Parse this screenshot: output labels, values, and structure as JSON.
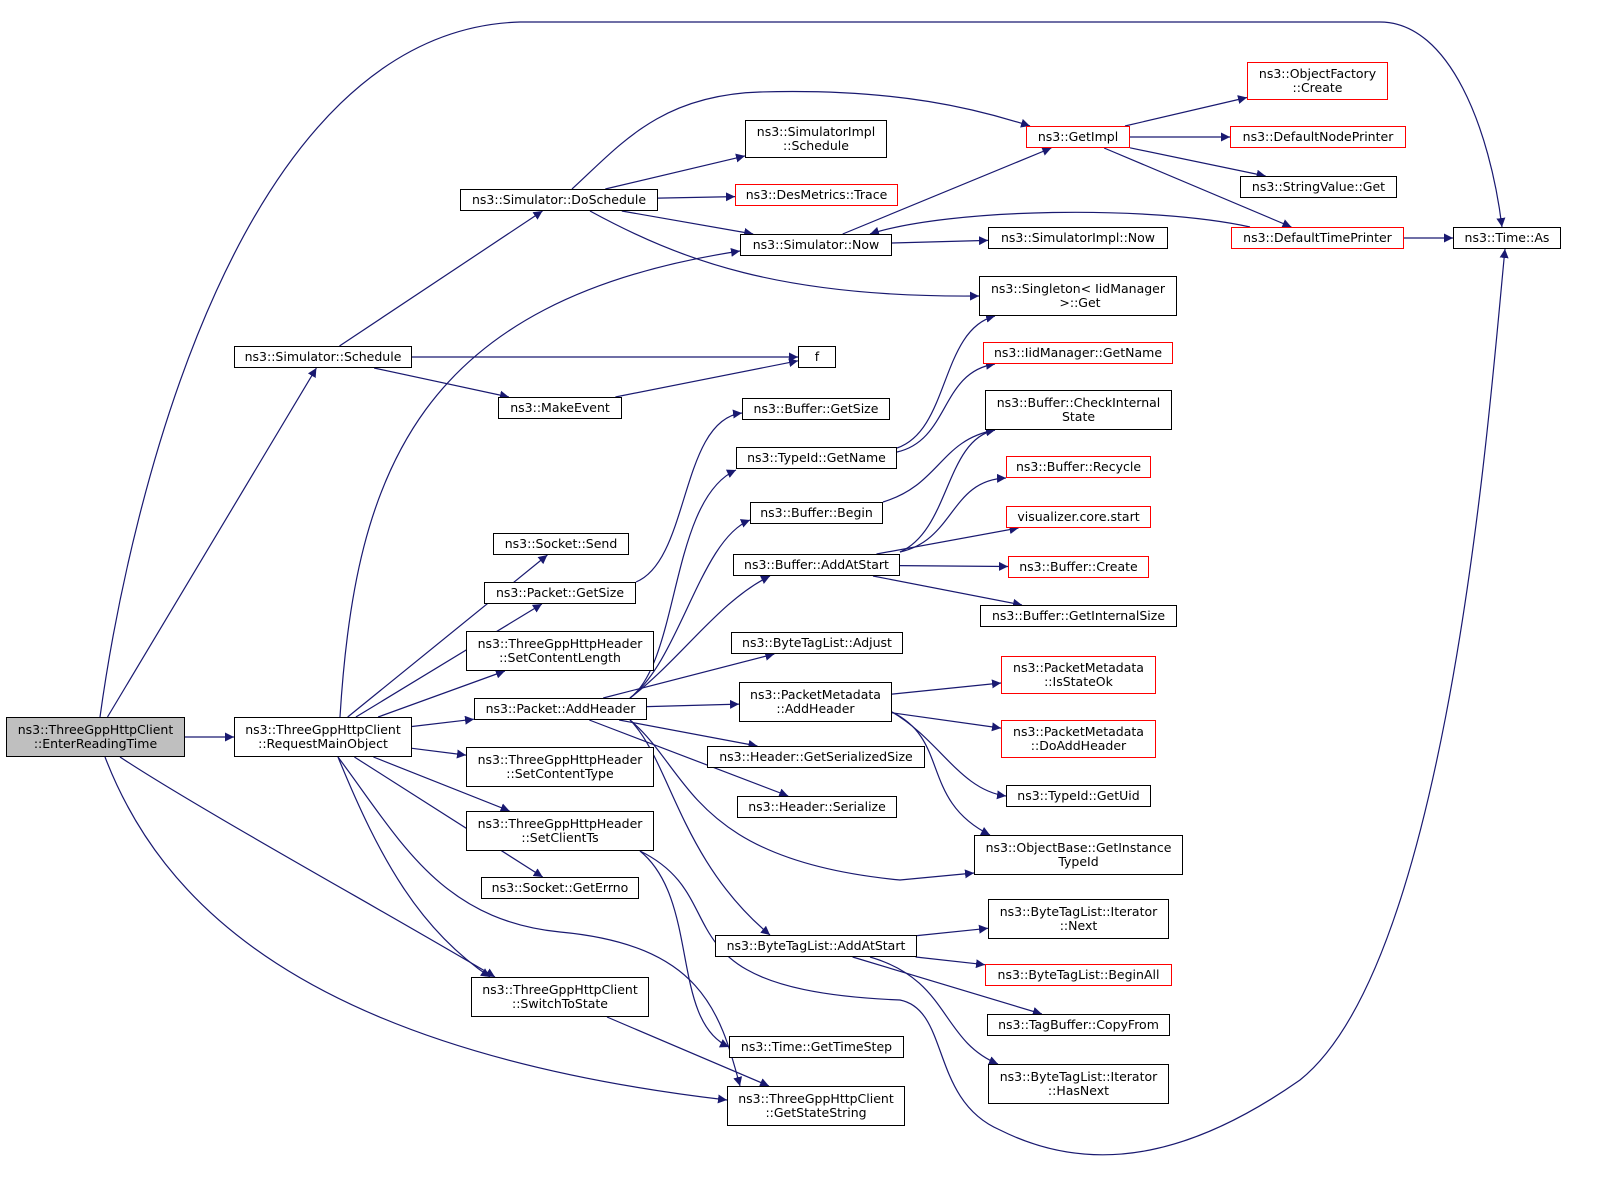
{
  "graph": {
    "colors": {
      "edge": "#191970",
      "root_fill": "#bfbfbf",
      "normal_border": "#000000",
      "truncated_border": "#ff0000"
    },
    "nodes": [
      {
        "id": "root",
        "label": "ns3::ThreeGppHttpClient\n::EnterReadingTime",
        "style": "root"
      },
      {
        "id": "requestMain",
        "label": "ns3::ThreeGppHttpClient\n::RequestMainObject",
        "style": "normal"
      },
      {
        "id": "simSchedule",
        "label": "ns3::Simulator::Schedule",
        "style": "normal"
      },
      {
        "id": "switchToState",
        "label": "ns3::ThreeGppHttpClient\n::SwitchToState",
        "style": "normal"
      },
      {
        "id": "getStateString",
        "label": "ns3::ThreeGppHttpClient\n::GetStateString",
        "style": "normal"
      },
      {
        "id": "timeAs",
        "label": "ns3::Time::As",
        "style": "normal"
      },
      {
        "id": "doSchedule",
        "label": "ns3::Simulator::DoSchedule",
        "style": "normal"
      },
      {
        "id": "makeEvent",
        "label": "ns3::MakeEvent",
        "style": "normal"
      },
      {
        "id": "f",
        "label": "f",
        "style": "normal"
      },
      {
        "id": "simNow",
        "label": "ns3::Simulator::Now",
        "style": "normal"
      },
      {
        "id": "simImplSchedule",
        "label": "ns3::SimulatorImpl\n::Schedule",
        "style": "normal"
      },
      {
        "id": "desTrace",
        "label": "ns3::DesMetrics::Trace",
        "style": "red"
      },
      {
        "id": "getImpl",
        "label": "ns3::GetImpl",
        "style": "red"
      },
      {
        "id": "simImplNow",
        "label": "ns3::SimulatorImpl::Now",
        "style": "normal"
      },
      {
        "id": "singletonGet",
        "label": "ns3::Singleton< IidManager\n >::Get",
        "style": "normal"
      },
      {
        "id": "objFactoryCreate",
        "label": "ns3::ObjectFactory\n::Create",
        "style": "red"
      },
      {
        "id": "defNodePrinter",
        "label": "ns3::DefaultNodePrinter",
        "style": "red"
      },
      {
        "id": "stringValueGet",
        "label": "ns3::StringValue::Get",
        "style": "normal"
      },
      {
        "id": "defTimePrinter",
        "label": "ns3::DefaultTimePrinter",
        "style": "red"
      },
      {
        "id": "iidGetName",
        "label": "ns3::IidManager::GetName",
        "style": "red"
      },
      {
        "id": "socketSend",
        "label": "ns3::Socket::Send",
        "style": "normal"
      },
      {
        "id": "packetGetSize",
        "label": "ns3::Packet::GetSize",
        "style": "normal"
      },
      {
        "id": "setContentLength",
        "label": "ns3::ThreeGppHttpHeader\n::SetContentLength",
        "style": "normal"
      },
      {
        "id": "packetAddHeader",
        "label": "ns3::Packet::AddHeader",
        "style": "normal"
      },
      {
        "id": "setContentType",
        "label": "ns3::ThreeGppHttpHeader\n::SetContentType",
        "style": "normal"
      },
      {
        "id": "setClientTs",
        "label": "ns3::ThreeGppHttpHeader\n::SetClientTs",
        "style": "normal"
      },
      {
        "id": "socketGetErrno",
        "label": "ns3::Socket::GetErrno",
        "style": "normal"
      },
      {
        "id": "bufferGetSize",
        "label": "ns3::Buffer::GetSize",
        "style": "normal"
      },
      {
        "id": "typeIdGetName",
        "label": "ns3::TypeId::GetName",
        "style": "normal"
      },
      {
        "id": "bufferBegin",
        "label": "ns3::Buffer::Begin",
        "style": "normal"
      },
      {
        "id": "bufferAddAtStart",
        "label": "ns3::Buffer::AddAtStart",
        "style": "normal"
      },
      {
        "id": "btlAdjust",
        "label": "ns3::ByteTagList::Adjust",
        "style": "normal"
      },
      {
        "id": "pmAddHeader",
        "label": "ns3::PacketMetadata\n::AddHeader",
        "style": "normal"
      },
      {
        "id": "headerGetSerSize",
        "label": "ns3::Header::GetSerializedSize",
        "style": "normal"
      },
      {
        "id": "headerSerialize",
        "label": "ns3::Header::Serialize",
        "style": "normal"
      },
      {
        "id": "btlAddAtStart",
        "label": "ns3::ByteTagList::AddAtStart",
        "style": "normal"
      },
      {
        "id": "timeGetTimeStep",
        "label": "ns3::Time::GetTimeStep",
        "style": "normal"
      },
      {
        "id": "bufferCheckInternal",
        "label": "ns3::Buffer::CheckInternal\nState",
        "style": "normal"
      },
      {
        "id": "bufferRecycle",
        "label": "ns3::Buffer::Recycle",
        "style": "red"
      },
      {
        "id": "vizCoreStart",
        "label": "visualizer.core.start",
        "style": "red"
      },
      {
        "id": "bufferCreate",
        "label": "ns3::Buffer::Create",
        "style": "red"
      },
      {
        "id": "bufferGetInternalSize",
        "label": "ns3::Buffer::GetInternalSize",
        "style": "normal"
      },
      {
        "id": "pmIsStateOk",
        "label": "ns3::PacketMetadata\n::IsStateOk",
        "style": "red"
      },
      {
        "id": "pmDoAddHeader",
        "label": "ns3::PacketMetadata\n::DoAddHeader",
        "style": "red"
      },
      {
        "id": "typeIdGetUid",
        "label": "ns3::TypeId::GetUid",
        "style": "normal"
      },
      {
        "id": "objBaseGetInstTypeId",
        "label": "ns3::ObjectBase::GetInstance\nTypeId",
        "style": "normal"
      },
      {
        "id": "btlIterNext",
        "label": "ns3::ByteTagList::Iterator\n::Next",
        "style": "normal"
      },
      {
        "id": "btlBeginAll",
        "label": "ns3::ByteTagList::BeginAll",
        "style": "red"
      },
      {
        "id": "tagBufferCopyFrom",
        "label": "ns3::TagBuffer::CopyFrom",
        "style": "normal"
      },
      {
        "id": "btlIterHasNext",
        "label": "ns3::ByteTagList::Iterator\n::HasNext",
        "style": "normal"
      }
    ],
    "edges": [
      [
        "root",
        "requestMain"
      ],
      [
        "root",
        "simSchedule"
      ],
      [
        "root",
        "switchToState"
      ],
      [
        "root",
        "getStateString"
      ],
      [
        "root",
        "timeAs"
      ],
      [
        "requestMain",
        "simNow"
      ],
      [
        "requestMain",
        "socketSend"
      ],
      [
        "requestMain",
        "packetGetSize"
      ],
      [
        "requestMain",
        "setContentLength"
      ],
      [
        "requestMain",
        "packetAddHeader"
      ],
      [
        "requestMain",
        "setContentType"
      ],
      [
        "requestMain",
        "setClientTs"
      ],
      [
        "requestMain",
        "socketGetErrno"
      ],
      [
        "requestMain",
        "switchToState"
      ],
      [
        "requestMain",
        "getStateString"
      ],
      [
        "simSchedule",
        "doSchedule"
      ],
      [
        "simSchedule",
        "makeEvent"
      ],
      [
        "simSchedule",
        "f"
      ],
      [
        "makeEvent",
        "f"
      ],
      [
        "doSchedule",
        "getImpl"
      ],
      [
        "doSchedule",
        "simImplSchedule"
      ],
      [
        "doSchedule",
        "desTrace"
      ],
      [
        "doSchedule",
        "simNow"
      ],
      [
        "doSchedule",
        "singletonGet"
      ],
      [
        "simNow",
        "getImpl"
      ],
      [
        "simNow",
        "simImplNow"
      ],
      [
        "getImpl",
        "objFactoryCreate"
      ],
      [
        "getImpl",
        "defNodePrinter"
      ],
      [
        "getImpl",
        "stringValueGet"
      ],
      [
        "getImpl",
        "defTimePrinter"
      ],
      [
        "defTimePrinter",
        "simNow"
      ],
      [
        "defTimePrinter",
        "timeAs"
      ],
      [
        "switchToState",
        "getStateString"
      ],
      [
        "packetGetSize",
        "bufferGetSize"
      ],
      [
        "packetAddHeader",
        "typeIdGetName"
      ],
      [
        "packetAddHeader",
        "bufferBegin"
      ],
      [
        "packetAddHeader",
        "bufferAddAtStart"
      ],
      [
        "packetAddHeader",
        "btlAdjust"
      ],
      [
        "packetAddHeader",
        "pmAddHeader"
      ],
      [
        "packetAddHeader",
        "headerGetSerSize"
      ],
      [
        "packetAddHeader",
        "headerSerialize"
      ],
      [
        "packetAddHeader",
        "objBaseGetInstTypeId"
      ],
      [
        "packetAddHeader",
        "btlAddAtStart"
      ],
      [
        "typeIdGetName",
        "singletonGet"
      ],
      [
        "typeIdGetName",
        "iidGetName"
      ],
      [
        "bufferBegin",
        "bufferCheckInternal"
      ],
      [
        "bufferAddAtStart",
        "bufferCheckInternal"
      ],
      [
        "bufferAddAtStart",
        "bufferRecycle"
      ],
      [
        "bufferAddAtStart",
        "vizCoreStart"
      ],
      [
        "bufferAddAtStart",
        "bufferCreate"
      ],
      [
        "bufferAddAtStart",
        "bufferGetInternalSize"
      ],
      [
        "pmAddHeader",
        "pmIsStateOk"
      ],
      [
        "pmAddHeader",
        "pmDoAddHeader"
      ],
      [
        "pmAddHeader",
        "typeIdGetUid"
      ],
      [
        "pmAddHeader",
        "objBaseGetInstTypeId"
      ],
      [
        "setClientTs",
        "timeGetTimeStep"
      ],
      [
        "setClientTs",
        "timeAs"
      ],
      [
        "btlAddAtStart",
        "btlIterNext"
      ],
      [
        "btlAddAtStart",
        "btlBeginAll"
      ],
      [
        "btlAddAtStart",
        "tagBufferCopyFrom"
      ],
      [
        "btlAddAtStart",
        "btlIterHasNext"
      ]
    ]
  }
}
